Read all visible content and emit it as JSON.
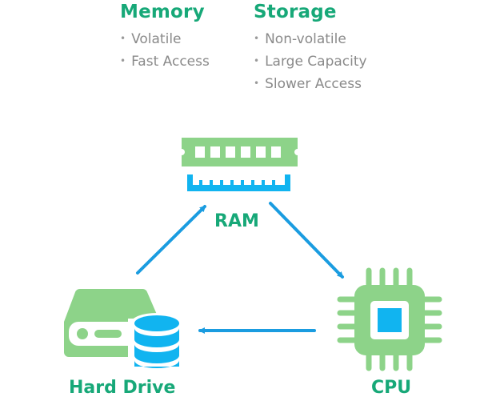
{
  "columns": [
    {
      "title": "Memory",
      "items": [
        "Volatile",
        "Fast Access"
      ]
    },
    {
      "title": "Storage",
      "items": [
        "Non-volatile",
        "Large Capacity",
        "Slower Access"
      ]
    }
  ],
  "nodes": {
    "ram": {
      "label": "RAM",
      "icon": "ram-module-icon"
    },
    "cpu": {
      "label": "CPU",
      "icon": "cpu-chip-icon"
    },
    "hard_drive": {
      "label": "Hard Drive",
      "icon": "hard-drive-icon"
    }
  },
  "edges": [
    {
      "from": "Hard Drive",
      "to": "RAM"
    },
    {
      "from": "RAM",
      "to": "CPU"
    },
    {
      "from": "CPU",
      "to": "Hard Drive"
    }
  ],
  "colors": {
    "green_text": "#17a878",
    "green_icon": "#8dd389",
    "blue": "#11b4f0",
    "arrow": "#1a9ce0",
    "gray_text": "#8a8a8a"
  }
}
